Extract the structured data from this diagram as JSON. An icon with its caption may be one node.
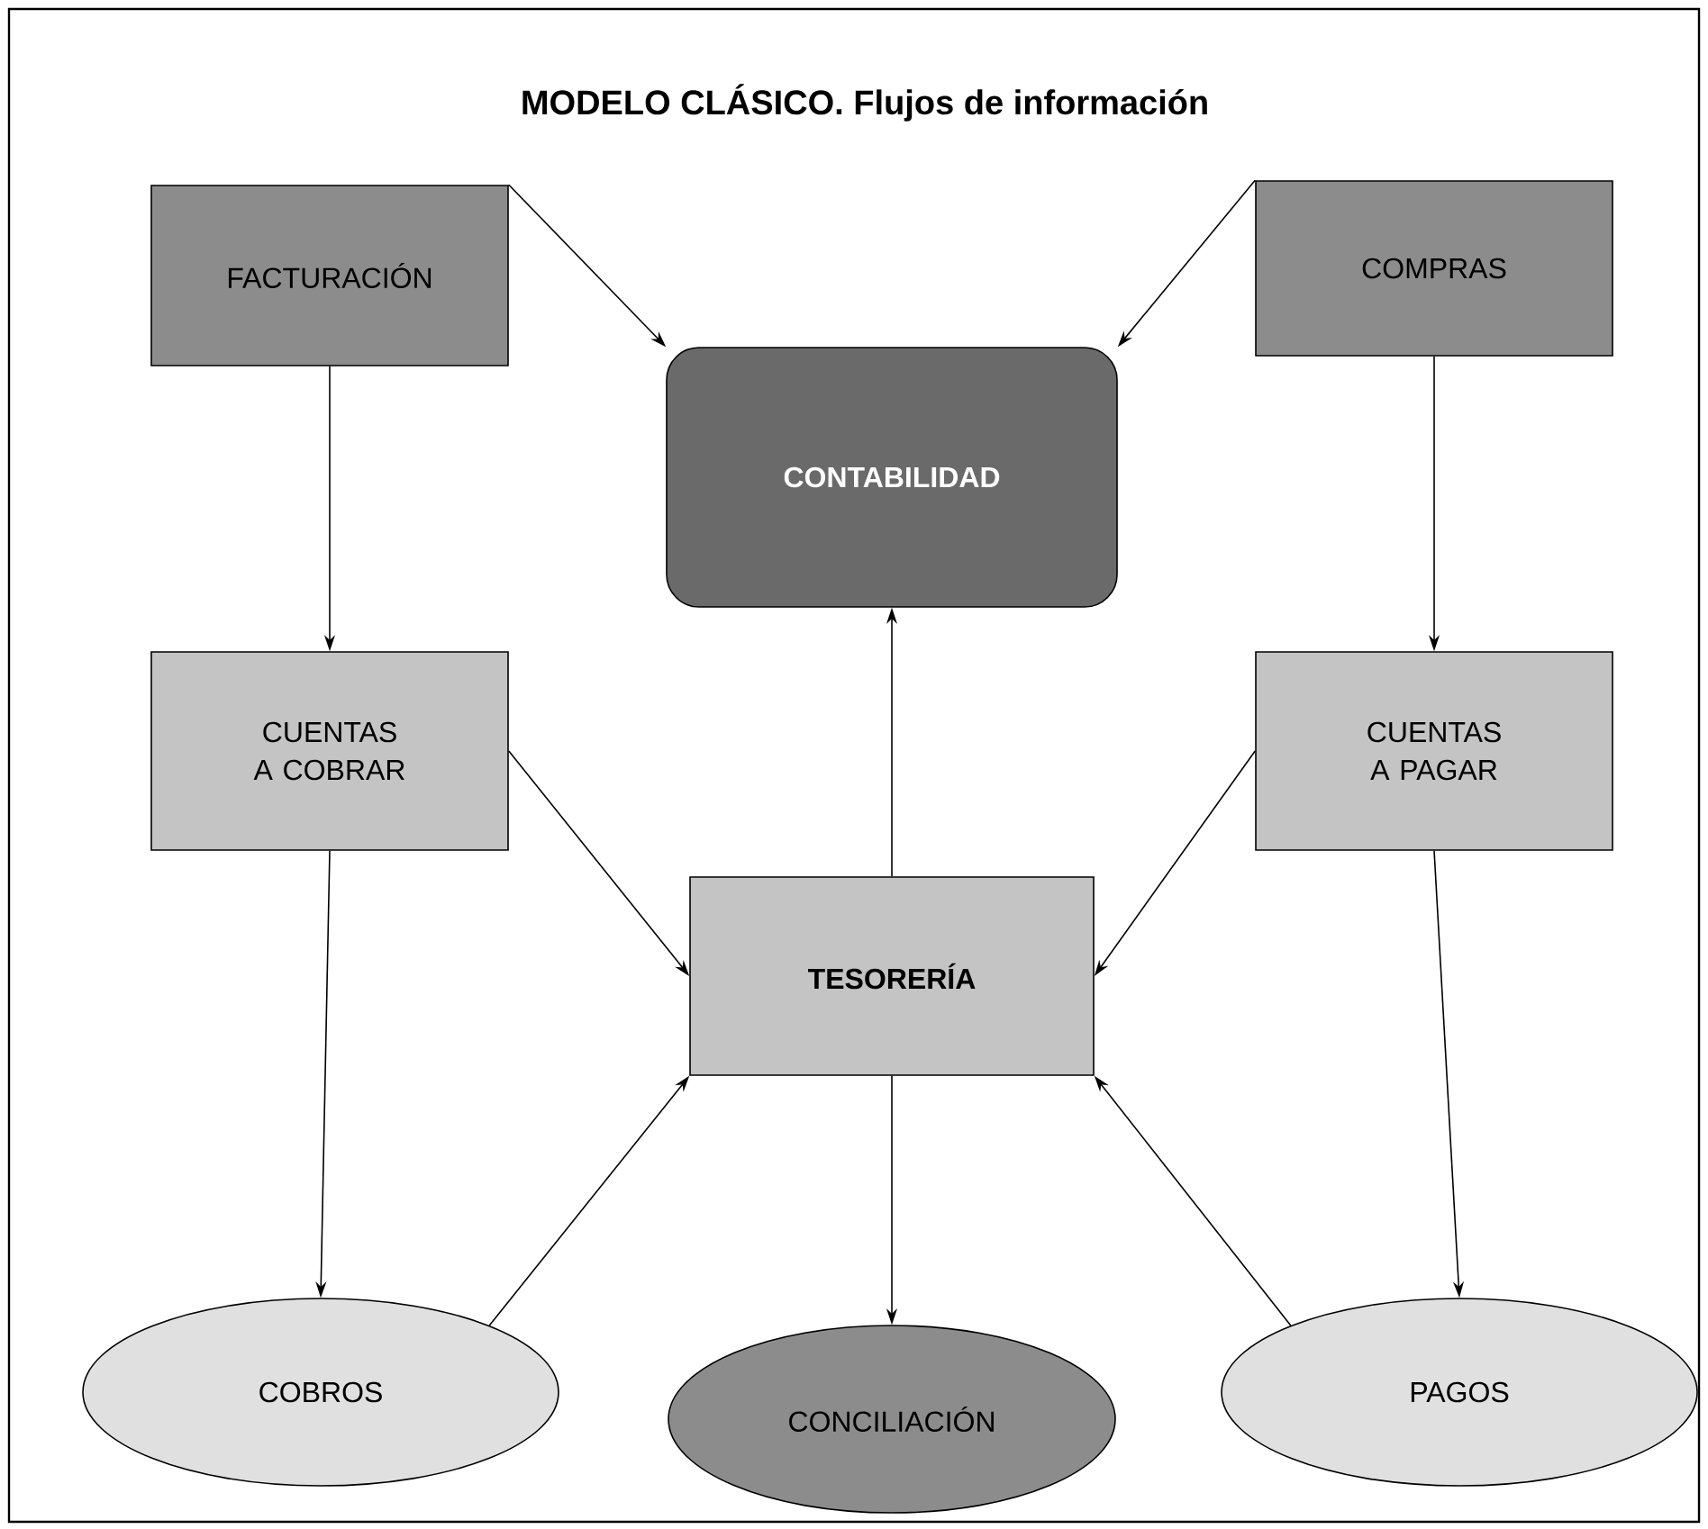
{
  "diagram": {
    "title": "MODELO CLÁSICO. Flujos de información",
    "nodes": [
      {
        "text": [
          "FACTURACIÓN"
        ]
      },
      {
        "text": [
          "COMPRAS"
        ]
      },
      {
        "text": [
          "CONTABILIDAD"
        ]
      },
      {
        "text": [
          "CUENTAS A COBRAR"
        ]
      },
      {
        "text": [
          "CUENTAS A PAGAR"
        ]
      },
      {
        "text": [
          "TESORERÍA"
        ]
      },
      {
        "text": [
          "COBROS"
        ]
      },
      {
        "text": [
          "CONCILIACIÓN"
        ]
      },
      {
        "text": [
          "PAGOS"
        ]
      }
    ],
    "edges": [
      {
        "from": 0,
        "to": 2,
        "arrow": "to"
      },
      {
        "from": 1,
        "to": 2,
        "arrow": "to"
      },
      {
        "from": 0,
        "to": 3,
        "arrow": "to"
      },
      {
        "from": 1,
        "to": 4,
        "arrow": "to"
      },
      {
        "from": 3,
        "to": 5,
        "arrow": "to"
      },
      {
        "from": 4,
        "to": 5,
        "arrow": "to"
      },
      {
        "from": 5,
        "to": 2,
        "arrow": "to"
      },
      {
        "from": 3,
        "to": 6,
        "arrow": "to"
      },
      {
        "from": 4,
        "to": 8,
        "arrow": "to"
      },
      {
        "from": 6,
        "to": 5,
        "arrow": "to"
      },
      {
        "from": 8,
        "to": 5,
        "arrow": "to"
      },
      {
        "from": 5,
        "to": 7,
        "arrow": "to"
      }
    ]
  }
}
